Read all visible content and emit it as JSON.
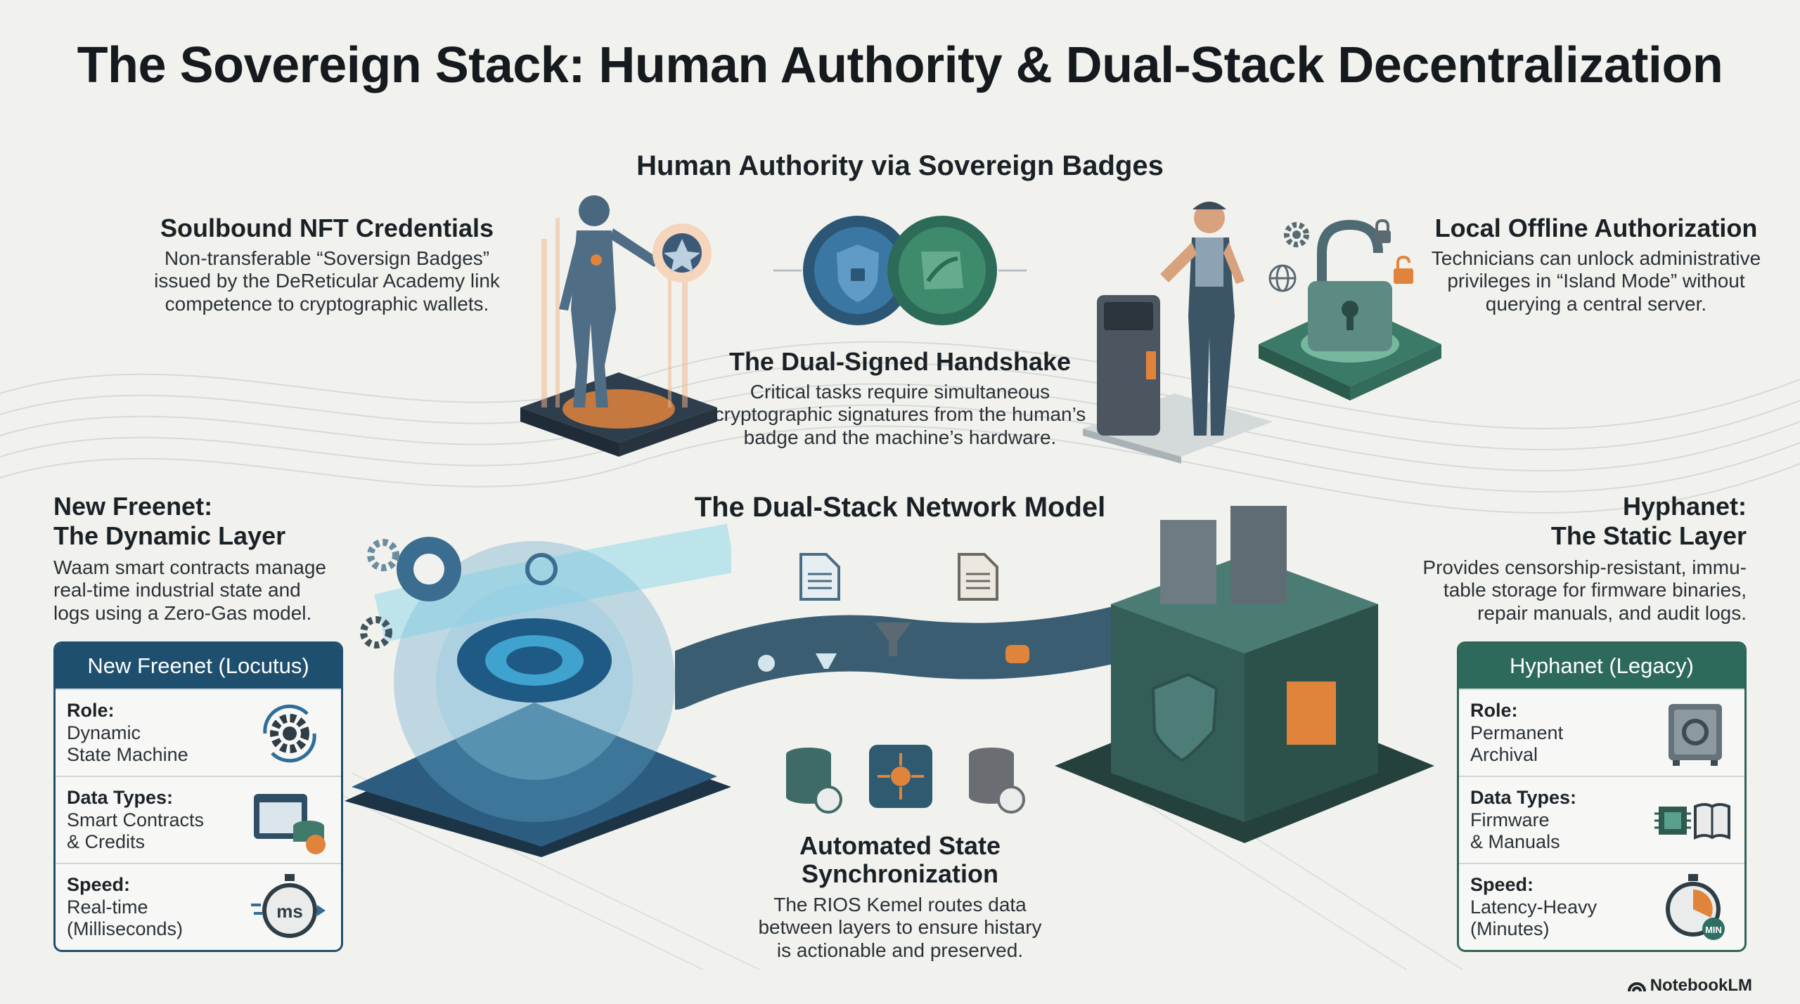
{
  "title": "The Sovereign Stack: Human Authority & Dual-Stack Decentralization",
  "human_authority": {
    "heading": "Human Authority via Sovereign Badges",
    "soulbound": {
      "heading": "Soulbound NFT Credentials",
      "lines": [
        "Non-transferable “Soversign Badges”",
        "issued by the DeReticular Academy link",
        "competence to cryptographic wallets."
      ]
    },
    "handshake": {
      "heading": "The Dual-Signed Handshake",
      "lines": [
        "Critical tasks require simultaneous",
        "cryptographic signatures from the human’s",
        "badge and the machine’s hardware."
      ]
    },
    "offline": {
      "heading": "Local Offline Authorization",
      "lines": [
        "Technicians can unlock administrative",
        "privileges in “Island Mode” without",
        "querying a central server."
      ]
    }
  },
  "network_model": {
    "heading": "The Dual-Stack Network Model",
    "freenet": {
      "heading_lines": [
        "New Freenet:",
        "The Dynamic Layer"
      ],
      "lines": [
        "Waam smart contracts manage",
        "real-time industrial state and",
        "logs using a Zero-Gas model."
      ]
    },
    "hyphanet": {
      "heading_lines": [
        "Hyphanet:",
        "The Static Layer"
      ],
      "lines": [
        "Provides censorship-resistant, immu-",
        "table storage for firmware binaries,",
        "repair manuals, and audit logs."
      ]
    },
    "sync": {
      "heading_lines": [
        "Automated State",
        "Synchronization"
      ],
      "lines": [
        "The RIOS Kemel routes data",
        "between layers to ensure histary",
        "is actionable and preserved."
      ]
    }
  },
  "cards": {
    "freenet": {
      "title": "New Freenet (Locutus)",
      "rows": [
        {
          "label": "Role:",
          "lines": [
            "Dynamic",
            "State Machine"
          ],
          "icon": "gear-cycle-icon"
        },
        {
          "label": "Data Types:",
          "lines": [
            "Smart Contracts",
            "& Credits"
          ],
          "icon": "contract-coins-icon"
        },
        {
          "label": "Speed:",
          "lines": [
            "Real-time",
            "(Milliseconds)"
          ],
          "icon": "stopwatch-ms-icon",
          "badge": "ms"
        }
      ]
    },
    "hyphanet": {
      "title": "Hyphanet (Legacy)",
      "rows": [
        {
          "label": "Role:",
          "lines": [
            "Permanent",
            "Archival"
          ],
          "icon": "vault-icon"
        },
        {
          "label": "Data Types:",
          "lines": [
            "Firmware",
            "& Manuals"
          ],
          "icon": "chip-book-icon"
        },
        {
          "label": "Speed:",
          "lines": [
            "Latency-Heavy",
            "(Minutes)"
          ],
          "icon": "stopwatch-min-icon",
          "badge": "MIN"
        }
      ]
    }
  },
  "brand": "NotebookLM",
  "colors": {
    "freenet_blue": "#1f4f6e",
    "hyphanet_green": "#2d6a5c",
    "accent_orange": "#e0843c",
    "background": "#f1f2ee"
  }
}
